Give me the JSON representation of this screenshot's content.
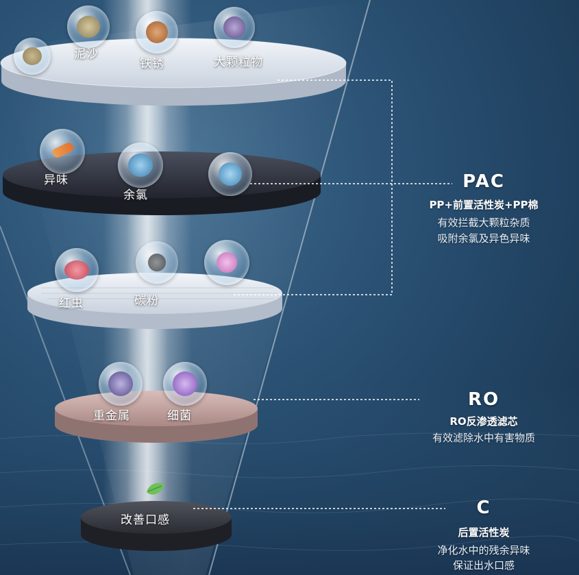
{
  "particles": {
    "silt": "泥沙",
    "rust": "铁锈",
    "large_particles": "大颗粒物",
    "odor": "异味",
    "residual_chlorine": "余氯",
    "red_worm": "红虫",
    "carbon_powder": "碳粉",
    "heavy_metal": "重金属",
    "bacteria": "细菌",
    "improve_taste": "改善口感"
  },
  "stages": {
    "pac": {
      "title": "PAC",
      "subtitle": "PP+前置活性炭+PP棉",
      "desc_line1": "有效拦截大颗粒杂质",
      "desc_line2": "吸附余氯及异色异味"
    },
    "ro": {
      "title": "RO",
      "subtitle": "RO反渗透滤芯",
      "desc_line1": "有效滤除水中有害物质"
    },
    "c": {
      "title": "C",
      "subtitle": "后置活性炭",
      "desc_line1": "净化水中的残余异味",
      "desc_line2": "保证出水口感"
    }
  },
  "icons": {
    "filter_layers": "filter-disc-icon",
    "particle": "particle-bubble-icon",
    "leaf": "leaf-icon"
  },
  "colors": {
    "background": "#284e70",
    "text": "#ffffff",
    "pp_disc": "#dfe6ee",
    "carbon_disc": "#2e3340",
    "ro_disc": "#c9aaa8",
    "post_carbon_disc": "#34363d"
  }
}
